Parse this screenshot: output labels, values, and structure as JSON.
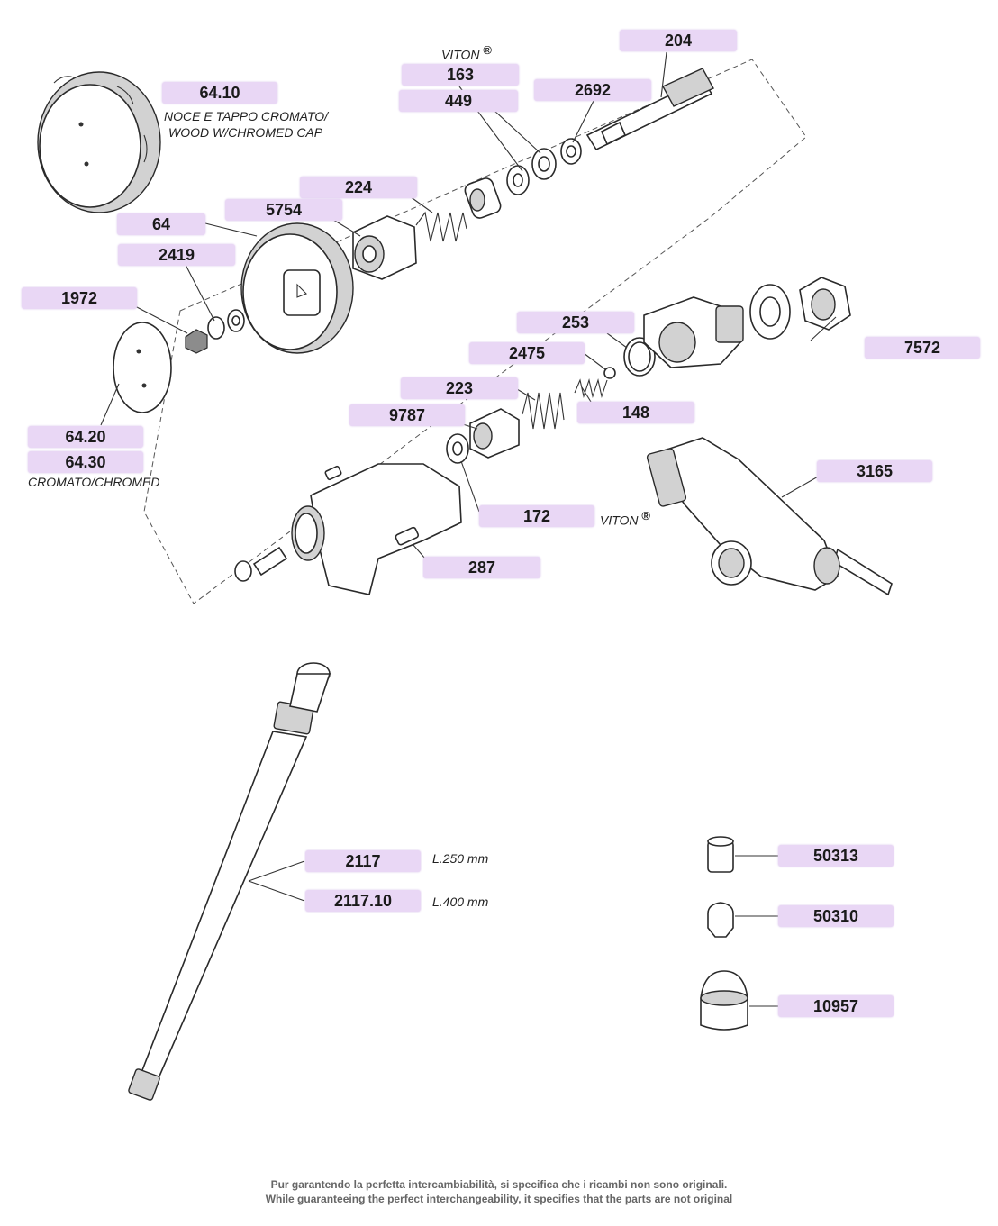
{
  "labels": {
    "l6410": "64.10",
    "l163": "163",
    "l449": "449",
    "l2692": "2692",
    "l204": "204",
    "l224": "224",
    "l5754": "5754",
    "l64": "64",
    "l2419": "2419",
    "l1972": "1972",
    "l6420": "64.20",
    "l6430": "64.30",
    "l253": "253",
    "l2475": "2475",
    "l223": "223",
    "l148": "148",
    "l9787": "9787",
    "l7572": "7572",
    "l3165": "3165",
    "l172": "172",
    "l287": "287",
    "l2117": "2117",
    "l211710": "2117.10",
    "l50313": "50313",
    "l50310": "50310",
    "l10957": "10957"
  },
  "notes": {
    "viton": "VITON",
    "reg": "®",
    "noce_line1": "NOCE E TAPPO CROMATO/",
    "noce_line2": "WOOD W/CHROMED CAP",
    "cromato": "CROMATO/CHROMED",
    "len250": "L.250 mm",
    "len400": "L.400 mm"
  },
  "footer": {
    "line1": "Pur garantendo la perfetta intercambiabilità, si specifica che i ricambi non sono originali.",
    "line2": "While guaranteeing the perfect interchangeability, it specifies that the parts are not original"
  },
  "colors": {
    "label_bg": "#e9d7f5",
    "line": "#333333"
  }
}
